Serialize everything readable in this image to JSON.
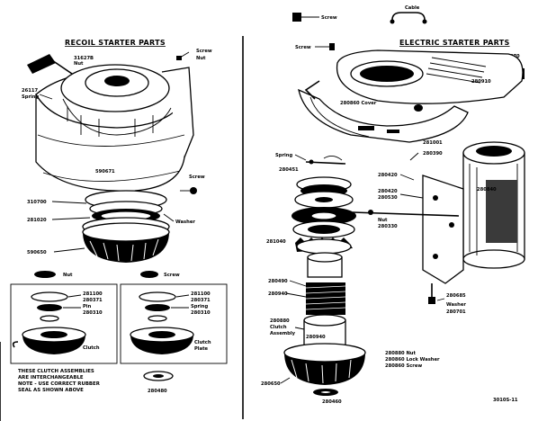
{
  "left_panel": {
    "title": "RECOIL STARTER PARTS",
    "part_labels": {
      "top_a": "31627B",
      "top_b": "Nut",
      "top_c": "Screw",
      "side_a": "26117",
      "side_b": "Spring",
      "housing": "590671",
      "screw_right": "Screw",
      "washer_left": "310700",
      "pulley_left": "281020",
      "washer_right": "Washer",
      "cup": "590650",
      "insert_nut_l": "Nut",
      "insert_nut_r": "Screw",
      "ins1_a": "281100",
      "ins1_b": "280371",
      "ins1_c": "Pin",
      "ins1_d": "280310",
      "ins1_e": "Clutch",
      "ins2_a": "281100",
      "ins2_b": "280371",
      "ins2_c": "Spring",
      "ins2_d": "280310",
      "ins2_e": "Clutch",
      "ins2_f": "Plate",
      "bottom": "280480"
    },
    "note": [
      "THESE CLUTCH ASSEMBLIES",
      "ARE INTERCHANGEABLE",
      "NOTE - USE CORRECT RUBBER",
      "SEAL AS SHOWN ABOVE"
    ]
  },
  "right_panel": {
    "title": "ELECTRIC STARTER PARTS",
    "header_labels": [
      "Screw",
      "Cable"
    ],
    "part_labels": {
      "screw_top": "Screw",
      "screw_tr": "280470",
      "cover": "280910",
      "shield": "280860 Cover",
      "gear_a": "280451",
      "gear_b": "281001",
      "gear_c": "280390",
      "spring_pin": "Spring",
      "screw_r1": "280420",
      "screw_r2": "280420",
      "bolt_r": "280530",
      "nut_r": "Nut",
      "clip": "280330",
      "pinion": "281040",
      "housing_lbl": "280840",
      "helix": "280490",
      "clutch_a": "280880",
      "clutch_b": "Clutch",
      "clutch_c": "Assembly",
      "hub": "280940",
      "bracket": "280685",
      "washer_b": "Washer",
      "screw_b": "280701",
      "lock_1": "280880 Nut",
      "lock_2": "280860 Lock Washer",
      "lock_3": "280860 Screw",
      "base_cup": "280650",
      "ring": "280460"
    },
    "footer": "3010S-11"
  },
  "colors": {
    "ink": "#000000",
    "paper": "#ffffff"
  }
}
